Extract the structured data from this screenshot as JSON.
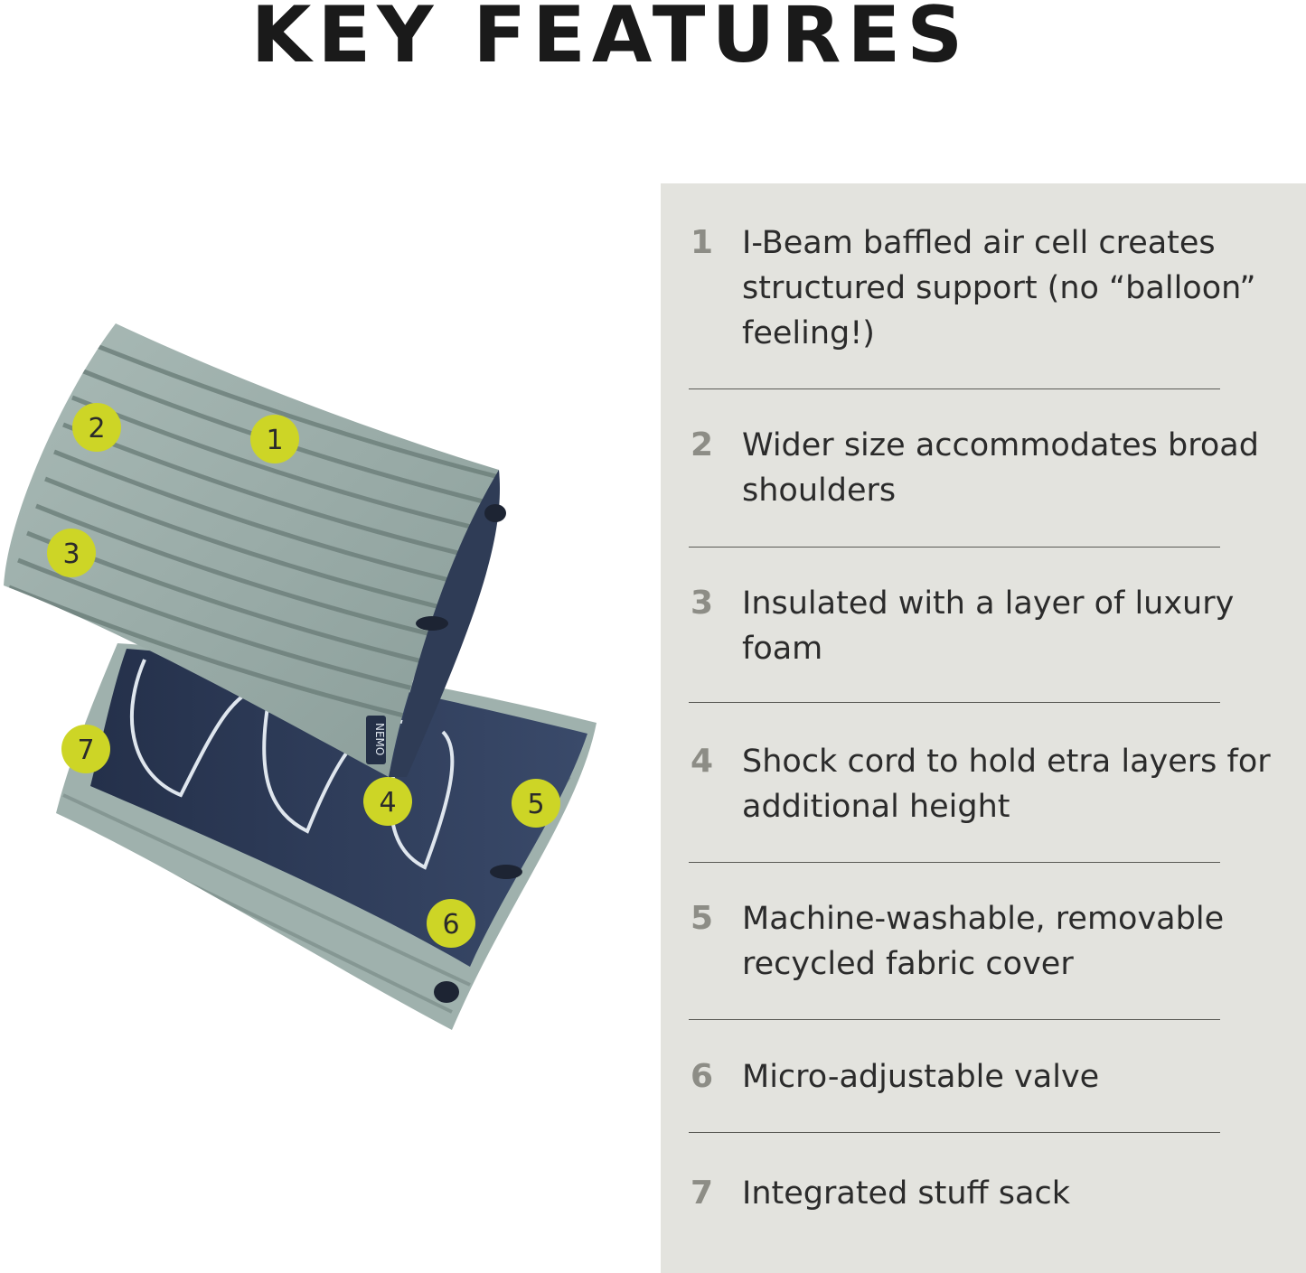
{
  "header": {
    "title": "KEY FEATURES"
  },
  "features": [
    {
      "number": "1",
      "text": "I-Beam baffled air cell creates structured support (no “balloon” feeling!)"
    },
    {
      "number": "2",
      "text": "Wider size accommodates broad shoulders"
    },
    {
      "number": "3",
      "text": "Insulated with a layer of luxury foam"
    },
    {
      "number": "4",
      "text": "Shock cord to hold etra layers for additional height"
    },
    {
      "number": "5",
      "text": "Machine-washable, removable recycled fabric cover"
    },
    {
      "number": "6",
      "text": "Micro-adjustable valve"
    },
    {
      "number": "7",
      "text": "Integrated stuff sack"
    }
  ],
  "illustration": {
    "brand_tag": "NEMO",
    "badges": [
      "1",
      "2",
      "3",
      "4",
      "5",
      "6",
      "7"
    ]
  },
  "colors": {
    "panel_background": "#e3e3de",
    "badge_fill": "#cdd526",
    "pillow_cover": "#98aaa6",
    "pillow_stripe": "#6e807c",
    "pillow_bottom": "#2c3a57"
  }
}
